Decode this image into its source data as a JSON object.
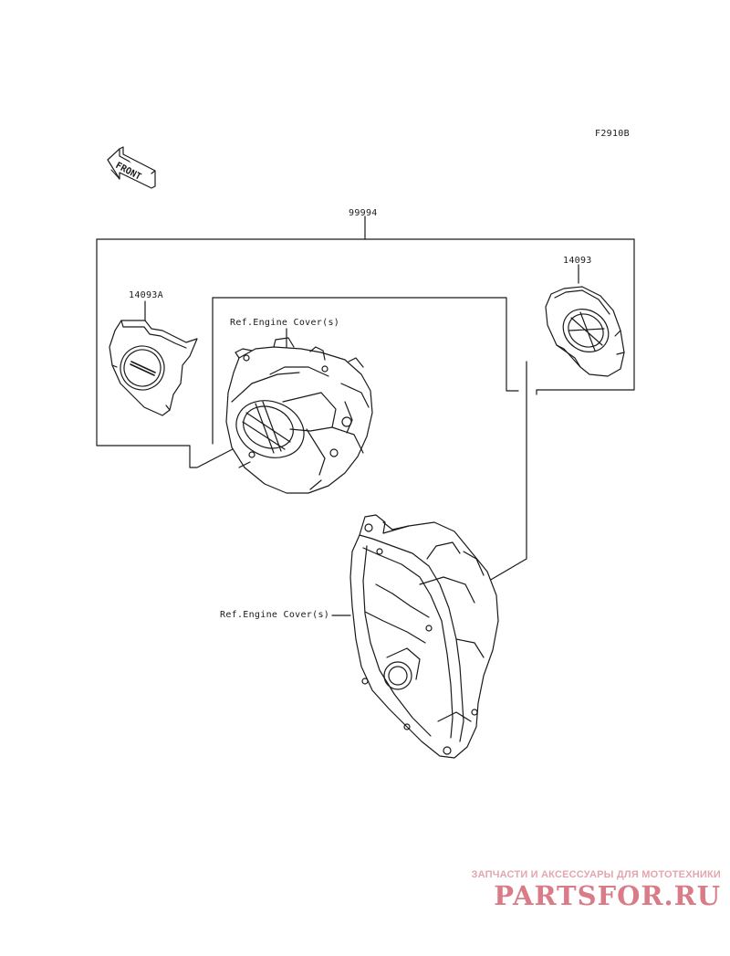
{
  "figure_code": "F2910B",
  "front_indicator": "FRONT",
  "parts": {
    "assembly": "99994",
    "left_cover": "14093A",
    "right_cover": "14093"
  },
  "references": {
    "upper": "Ref.Engine Cover(s)",
    "lower": "Ref.Engine Cover(s)"
  },
  "watermark": {
    "tagline": "ЗАПЧАСТИ И АКСЕССУАРЫ ДЛЯ МОТОТЕХНИКИ",
    "logo": "PARTSFOR.RU",
    "color": "#d97c88"
  }
}
